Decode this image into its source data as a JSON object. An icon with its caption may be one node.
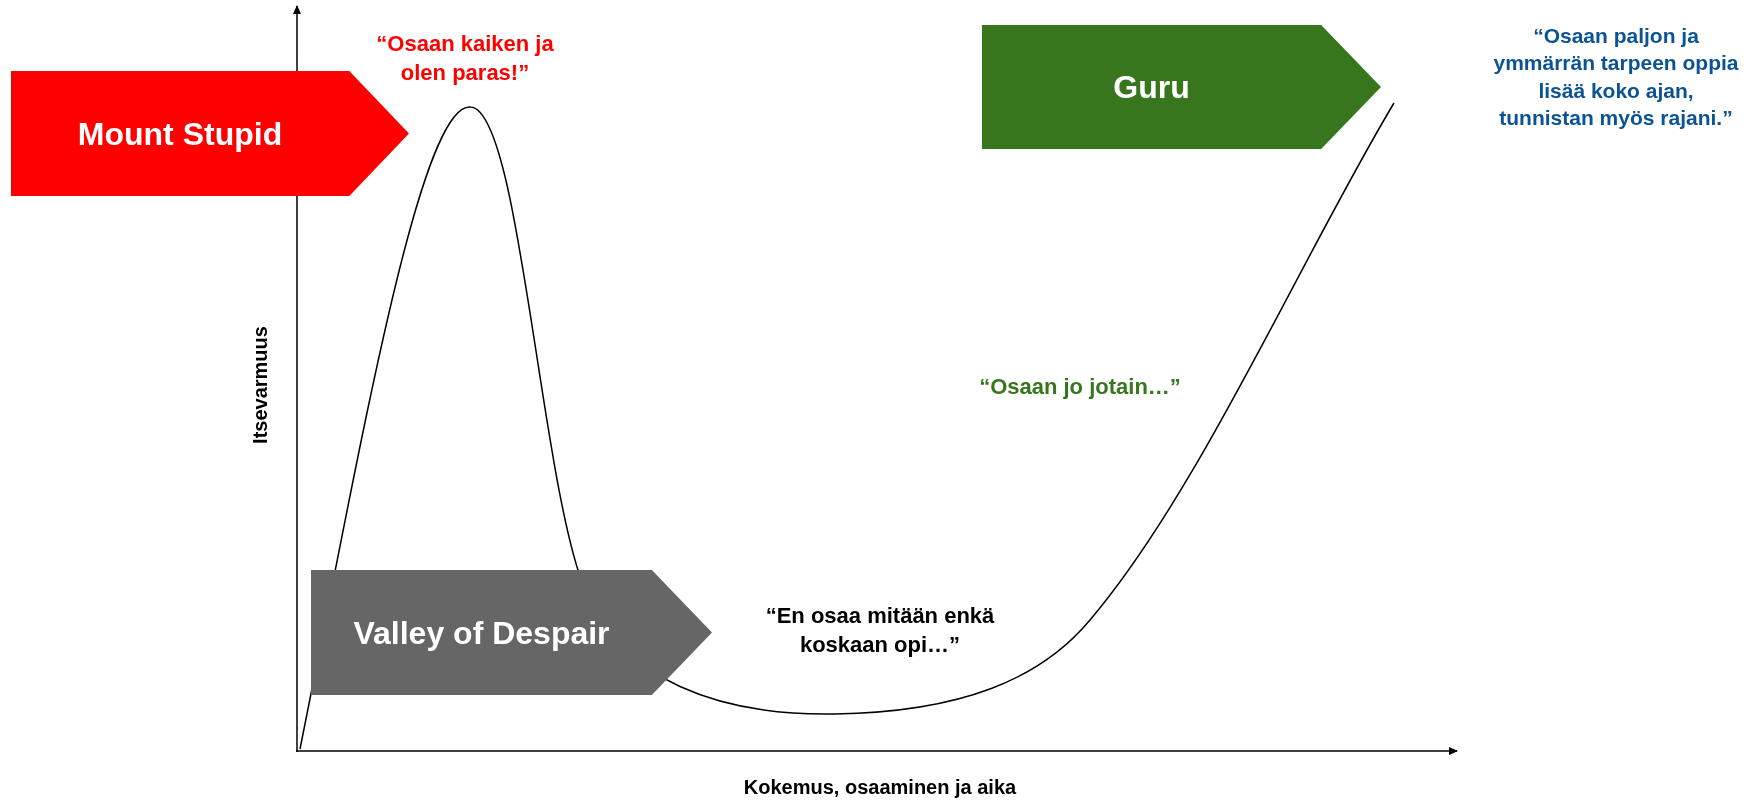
{
  "diagram": {
    "nodes": [
      {
        "text": [
          "Mount Stupid"
        ],
        "beside": [
          "“Osaan kaiken ja olen paras!”"
        ]
      },
      {
        "text": [
          "Guru"
        ]
      },
      {
        "text": [
          "Valley of Despair"
        ],
        "beside": [
          "“En osaa mitään enkä koskaan opi…”"
        ]
      }
    ],
    "edges": [],
    "labels": [
      "“Osaan paljon ja ymmärrän tarpeen oppia lisää koko ajan, tunnistan myös rajani.”",
      "“Osaan jo jotain…”",
      "Itsevarmuus",
      "Kokemus, osaaminen ja aika"
    ]
  }
}
